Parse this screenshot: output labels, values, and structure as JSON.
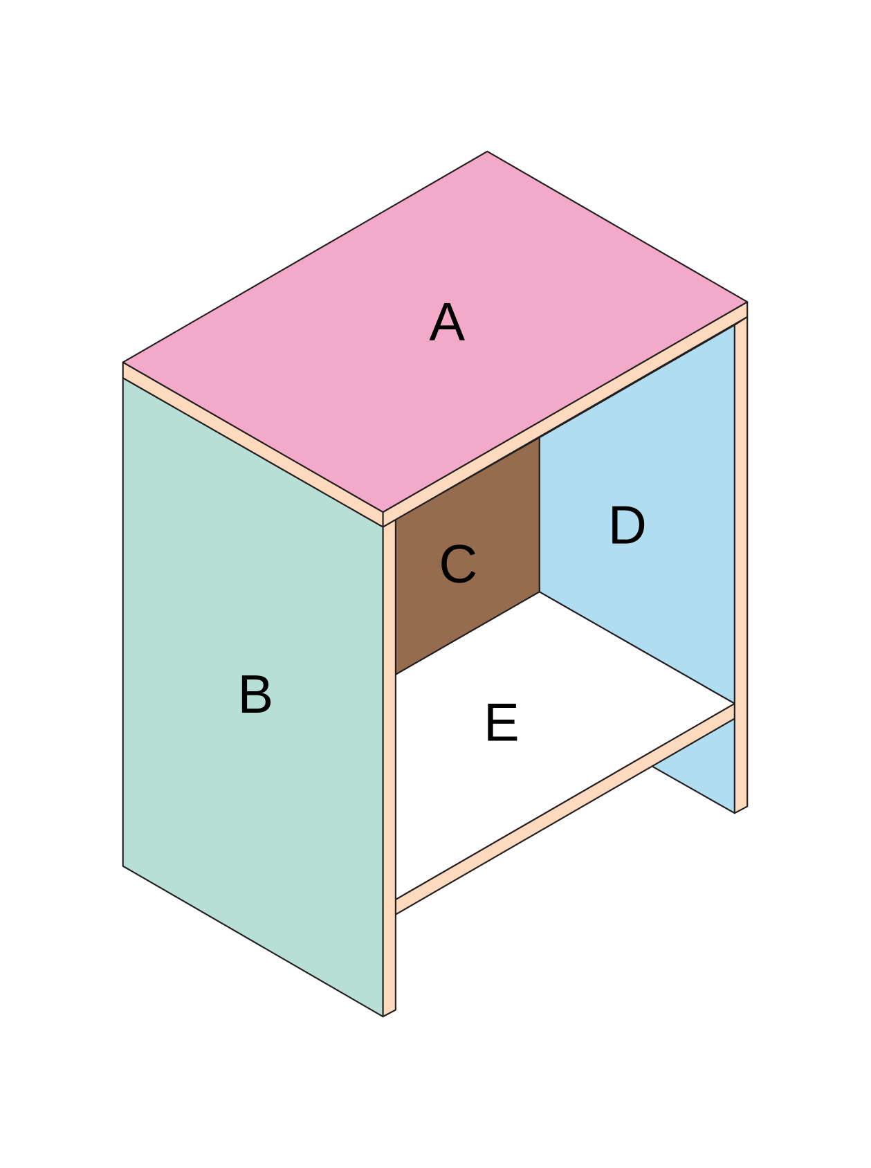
{
  "diagram": {
    "labels": {
      "top": "A",
      "left_side": "B",
      "back": "C",
      "right_side": "D",
      "shelf": "E"
    },
    "colors": {
      "top": "#f3aac8",
      "left_side": "#b8dfd6",
      "back": "#966c4f",
      "right_side": "#b1ddf0",
      "shelf": "#ffffff",
      "edge": "#fdd9bd",
      "stroke": "#231f20"
    }
  }
}
